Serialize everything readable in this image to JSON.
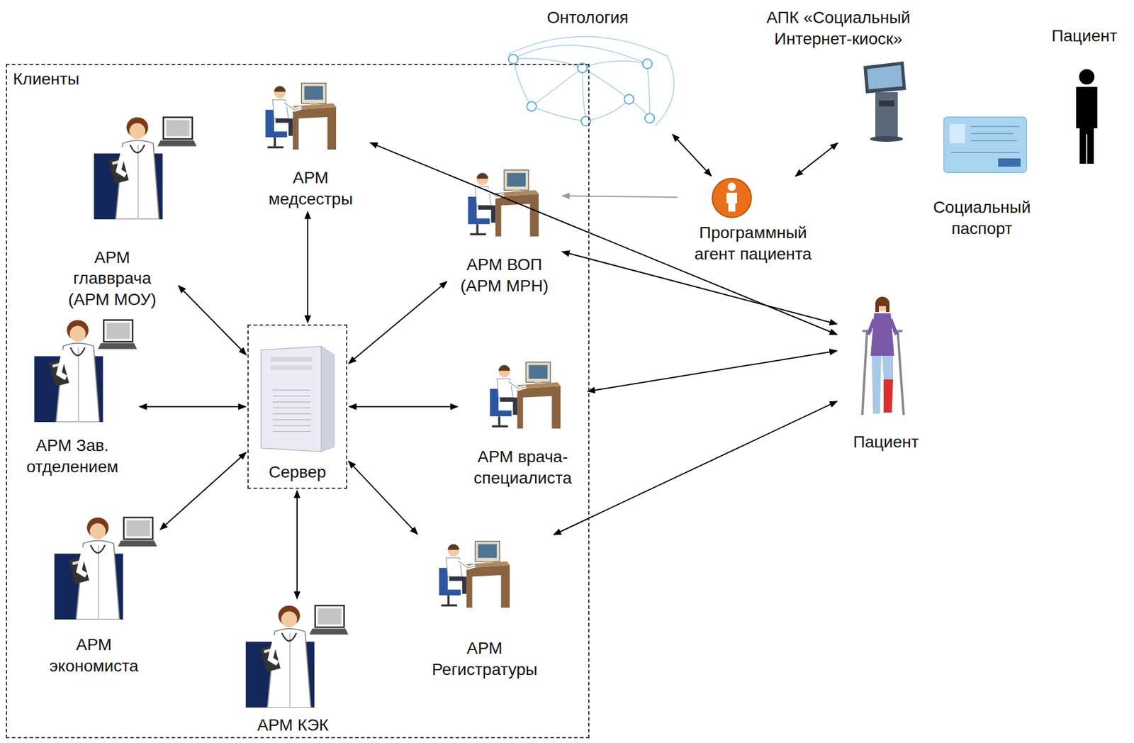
{
  "diagram": {
    "nodes": [
      {
        "text": [
          "Клиенты"
        ]
      },
      {
        "text": [
          "Онтология"
        ]
      },
      {
        "text": [
          "АПК «Социальный Интернет-киоск»"
        ]
      },
      {
        "text": [
          "Пациент"
        ]
      },
      {
        "text": [
          "АРМ медсестры"
        ],
        "in": 0
      },
      {
        "text": [
          "АРМ главврача (АРМ МОУ)"
        ],
        "in": 0
      },
      {
        "text": [
          "Программный агент пациента"
        ]
      },
      {
        "text": [
          "Социальный паспорт"
        ]
      },
      {
        "text": [
          "АРМ ВОП (АРМ МРН)"
        ],
        "in": 0
      },
      {
        "text": [
          "Сервер"
        ],
        "in": 0
      },
      {
        "text": [
          "АРМ Зав. отделением"
        ],
        "in": 0
      },
      {
        "text": [
          "АРМ врача-специалиста"
        ],
        "in": 0
      },
      {
        "text": [
          "Пациент"
        ]
      },
      {
        "text": [
          "АРМ экономиста"
        ],
        "in": 0
      },
      {
        "text": [
          "АРМ Регистратуры"
        ],
        "in": 0
      },
      {
        "text": [
          "АРМ КЭК"
        ],
        "in": 0
      }
    ],
    "edges": [
      {
        "from": 5,
        "to": 9,
        "arrow": "both"
      },
      {
        "from": 4,
        "to": 9,
        "arrow": "both"
      },
      {
        "from": 8,
        "to": 9,
        "arrow": "both"
      },
      {
        "from": 10,
        "to": 9,
        "arrow": "both"
      },
      {
        "from": 11,
        "to": 9,
        "arrow": "both"
      },
      {
        "from": 13,
        "to": 9,
        "arrow": "both"
      },
      {
        "from": 15,
        "to": 9,
        "arrow": "both"
      },
      {
        "from": 14,
        "to": 9,
        "arrow": "both"
      },
      {
        "from": 4,
        "to": 12,
        "arrow": "both"
      },
      {
        "from": 8,
        "to": 12,
        "arrow": "both"
      },
      {
        "from": 11,
        "to": 12,
        "arrow": "both"
      },
      {
        "from": 14,
        "to": 12,
        "arrow": "both"
      },
      {
        "from": 1,
        "to": 6,
        "arrow": "both"
      },
      {
        "from": 6,
        "to": 2,
        "arrow": "both"
      },
      {
        "from": 6,
        "to": 8,
        "arrow": "to"
      }
    ]
  }
}
